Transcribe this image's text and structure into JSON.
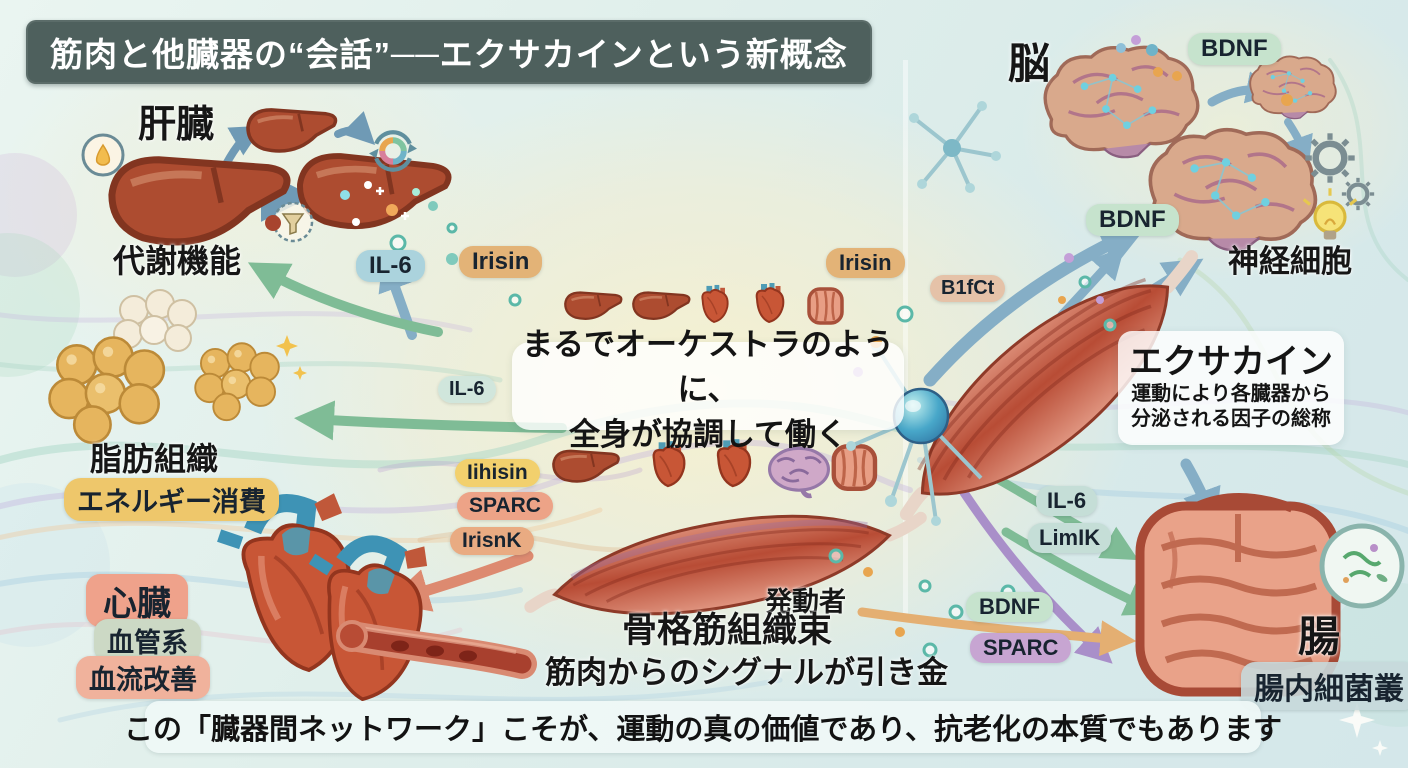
{
  "header": {
    "title": "筋肉と他臓器の“会話”──エクサカインという新概念"
  },
  "liver_section": {
    "organ_label": "肝臓",
    "function_label": "代謝機能",
    "il6_badge": "IL-6",
    "irisin_badge": "Irisin"
  },
  "adipose_section": {
    "organ_label": "脂肪組織",
    "energy_badge": "エネルギー消費"
  },
  "heart_section": {
    "organ_badge": "心臓",
    "vascular_badge": "血管系",
    "bloodflow_badge": "血流改善"
  },
  "center_message": {
    "line1": "まるでオーケストラのように、",
    "line2": "全身が協調して働く"
  },
  "left_mediators": {
    "il6": "IL-6",
    "iihisin": "Iihisin",
    "sparc": "SPARC",
    "irisnk": "IrisnK"
  },
  "muscle_hub": {
    "irisin_badge": "Irisin",
    "b1fct_badge": "B1fCt"
  },
  "skeletal_muscle_section": {
    "initiator_label": "発動者",
    "organ_label": "骨格筋組織束",
    "caption": "筋肉からのシグナルが引き金"
  },
  "brain_section": {
    "organ_label": "脳",
    "bdnf_top_badge": "BDNF",
    "bdnf_mid_badge": "BDNF",
    "neuron_label": "神経細胞"
  },
  "exerkine_box": {
    "title": "エクサカイン",
    "desc_line1": "運動により各臓器から",
    "desc_line2": "分泌される因子の総称"
  },
  "gut_section": {
    "il6_badge": "IL-6",
    "limik_badge": "LimIK",
    "bdnf_badge": "BDNF",
    "sparc_badge": "SPARC",
    "organ_label": "腸",
    "microbiome_badge": "腸内細菌叢"
  },
  "footer": {
    "message": "この「臓器間ネットワーク」こそが、運動の真の価値であり、抗老化の本質でもあります"
  },
  "colors": {
    "title_bg": "#4e605d",
    "il6_blue": "#abd3dd",
    "irisin_tan": "#e3b377",
    "bdnf_mint": "#c6e3cd",
    "sparc_purple": "#c7a5d2",
    "sparc_salmon": "#eda387",
    "irisnk_salmon": "#e9ab82",
    "iihisin_yellow": "#f2d06d",
    "energy_yellow": "#eec76b",
    "heart_salmon": "#efa28b",
    "vascular_sage": "#ccd9c5",
    "bloodflow_salmon": "#f0b29c",
    "microbiome_blue": "#c6d8da",
    "mint_gray": "#c5ded7",
    "b1fct_tan": "#e5c2a8"
  }
}
